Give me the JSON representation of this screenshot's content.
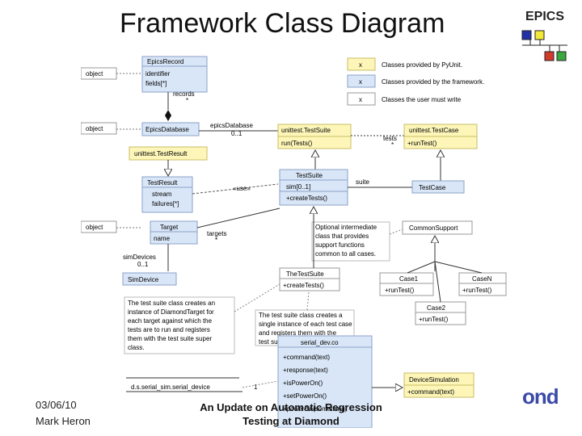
{
  "slide": {
    "title": "Framework Class Diagram",
    "date": "03/06/10",
    "author": "Mark Heron",
    "talk_title": "An Update on Automatic Regression Testing at Diamond",
    "epics_label": "EPICS",
    "diamond_logo_text": "ond"
  },
  "legend": [
    {
      "mark": "x",
      "text": "Classes provided by PyUnit.",
      "color": "#fdf6b8"
    },
    {
      "mark": "x",
      "text": "Classes provided by the framework.",
      "color": "#d9e6f7"
    },
    {
      "mark": "x",
      "text": "Classes the user must write",
      "color": "#ffffff"
    }
  ],
  "objects": [
    "object",
    "object",
    "object"
  ],
  "classes": {
    "epics_record": {
      "name": "EpicsRecord",
      "attrs": [
        "identifier",
        "fields[*]"
      ]
    },
    "epics_database": {
      "name": "EpicsDatabase"
    },
    "unittest_testresult": {
      "name": "unittest.TestResult"
    },
    "test_result": {
      "name": "TestResult",
      "attrs": [
        "stream",
        "failures[*]"
      ]
    },
    "target": {
      "name": "Target",
      "attrs": [
        "name"
      ]
    },
    "sim_device": {
      "name": "SimDevice"
    },
    "unittest_testsuite": {
      "name": "unittest.TestSuite",
      "ops": [
        "run(Tests()"
      ]
    },
    "unittest_testcase": {
      "name": "unittest.TestCase",
      "ops": [
        "+runTest()"
      ]
    },
    "test_suite": {
      "name": "TestSuite",
      "attrs": [
        "sim[0..1]"
      ],
      "ops": [
        "+createTests()"
      ]
    },
    "test_case": {
      "name": "TestCase"
    },
    "common_support": {
      "name": "CommonSupport"
    },
    "the_test_suite": {
      "name": "TheTestSuite",
      "ops": [
        "+createTests()"
      ]
    },
    "case1": {
      "name": "Case1",
      "ops": [
        "+runTest()"
      ]
    },
    "casen": {
      "name": "CaseN",
      "ops": [
        "+runTest()"
      ]
    },
    "case2": {
      "name": "Case2",
      "ops": [
        "+runTest()"
      ]
    },
    "serial_dev": {
      "name": "serial_dev.co",
      "ops": [
        "+command(text)",
        "+response(text)",
        "+isPowerOn()",
        "+setPowerOn()",
        "+powerOn(something)"
      ]
    },
    "device_simulation": {
      "name": "DeviceSimulation",
      "ops": [
        "+command(text)"
      ]
    },
    "sim_instance": {
      "name": "d.s.serial_sim.serial_device"
    }
  },
  "associations": {
    "records": "records",
    "records_mult": "*",
    "epics_database_role": "epicsDatabase",
    "epics_database_mult": "0..1",
    "tests_role": "tests",
    "tests_mult": "*",
    "suite_role": "suite",
    "use_label": "«use»",
    "targets_role": "targets",
    "targets_mult": "*",
    "sim_devices_role": "simDevices",
    "sim_devices_mult": "0..1",
    "sim_instance_mult": "1"
  },
  "notes": {
    "optional_intermediate": [
      "Optional intermediate",
      "class that provides",
      "support functions",
      "common to all cases."
    ],
    "test_suite_creates": [
      "The test suite class creates an",
      "instance of DiamondTarget for",
      "each target against which the",
      "tests are to run and registers",
      "them with the test suite super",
      "class."
    ],
    "test_suite_single": [
      "The test suite class creates a",
      "single instance of each test case",
      "and registers them with the",
      "test suite super class."
    ]
  }
}
